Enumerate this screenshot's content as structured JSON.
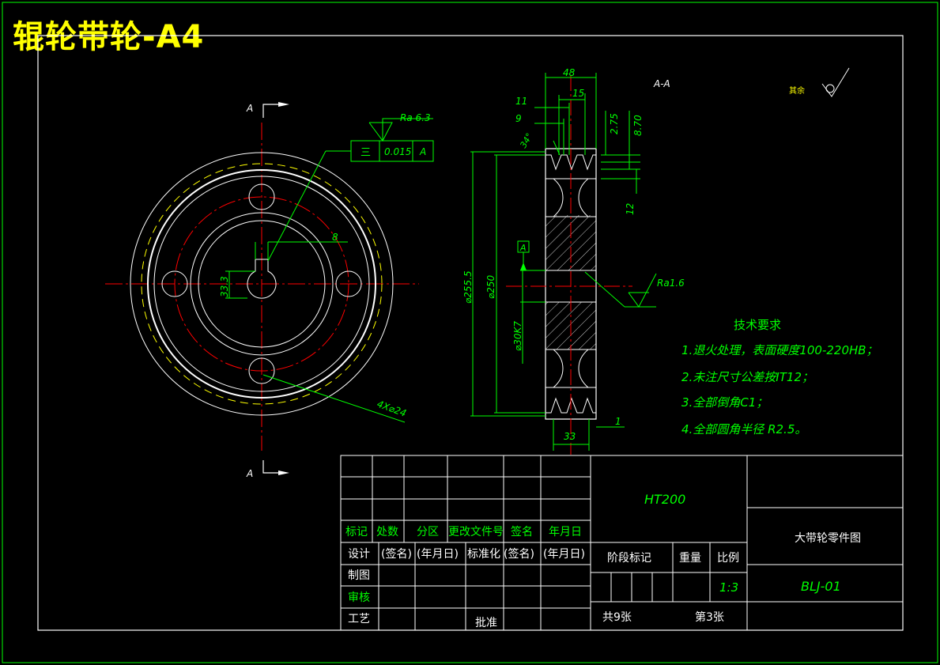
{
  "title": "辊轮带轮-A4",
  "colors": {
    "background": "#000000",
    "outline": "#ffffff",
    "dimension": "#00ff00",
    "centerline": "#ff0000",
    "hidden": "#ffff00",
    "title": "#ffff00"
  },
  "left_view": {
    "section_label_top": "A",
    "section_label_bottom": "A",
    "roughness": "Ra 6.3",
    "tolerance_symbol": "三",
    "tolerance_value": "0.015",
    "datum": "A",
    "key_width": "8",
    "key_height": "33.3",
    "hole_callout": "4X⌀24"
  },
  "section_view": {
    "label": "A-A",
    "dim_48": "48",
    "dim_15": "15",
    "dim_11": "11",
    "dim_9": "9",
    "angle": "34°",
    "dim_275": "2.75",
    "dim_870": "8.70",
    "dim_12": "12",
    "dia_2555": "⌀255.5",
    "dia_250": "⌀250",
    "dia_bore": "⌀30K7",
    "datum": "A",
    "roughness": "Ra1.6",
    "dim_33": "33",
    "dim_1": "1"
  },
  "surface_note": "其余",
  "tech_req": {
    "heading": "技术要求",
    "items": [
      "1.退火处理，表面硬度100-220HB；",
      "2.未注尺寸公差按IT12；",
      "3.全部倒角C1；",
      "4.全部圆角半径 R2.5。"
    ]
  },
  "title_block": {
    "header_labels": [
      "标记",
      "处数",
      "分区",
      "更改文件号",
      "签名",
      "年月日"
    ],
    "row_design": [
      "设计",
      "(签名)",
      "(年月日)",
      "标准化",
      "(签名)",
      "(年月日)"
    ],
    "row_labels": [
      "制图",
      "审核",
      "工艺"
    ],
    "approve": "批准",
    "material": "HT200",
    "stage": "阶段标记",
    "weight": "重量",
    "scale_label": "比例",
    "scale_value": "1:3",
    "drawing_name": "大带轮零件图",
    "drawing_no": "BLJ-01",
    "total_sheets": "共9张",
    "sheet_no": "第3张"
  }
}
